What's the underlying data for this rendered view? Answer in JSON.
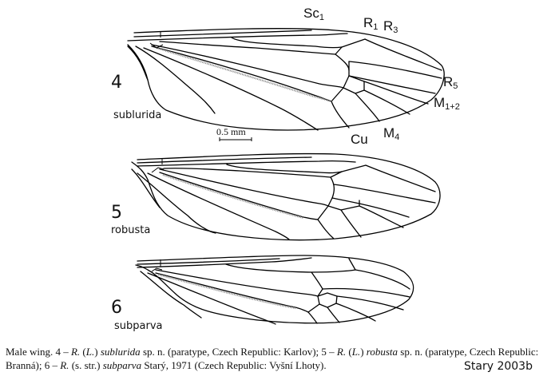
{
  "figure": {
    "wings": [
      {
        "number": "4",
        "species": "sublurida",
        "vein_labels": {
          "sc1": {
            "base": "Sc",
            "sub": "1"
          },
          "r1": {
            "base": "R",
            "sub": "1"
          },
          "r3": {
            "base": "R",
            "sub": "3"
          },
          "r5": {
            "base": "R",
            "sub": "5"
          },
          "m12": {
            "base": "M",
            "sub": "1+2"
          },
          "m4": {
            "base": "M",
            "sub": "4"
          },
          "cu": {
            "base": "Cu",
            "sub": ""
          }
        },
        "scale_bar": "0.5 mm"
      },
      {
        "number": "5",
        "species": "robusta"
      },
      {
        "number": "6",
        "species": "subparva"
      }
    ],
    "caption": {
      "p1": "Male wing. 4 – ",
      "g1": "R.",
      "p2": " (",
      "sg1": "L.",
      "p3": ") ",
      "sp1": "sublurida",
      "p4": " sp. n. (paratype, Czech Republic: Karlov); 5 – ",
      "g2": "R.",
      "p5": " (",
      "sg2": "L.",
      "p6": ") ",
      "sp2": "robusta",
      "p7": " sp. n. (paratype, Czech Republic: Branná); 6 – ",
      "g3": "R.",
      "p8": " (s. str.) ",
      "sp3": "subparva",
      "p9": " Starý, 1971 (Czech Republic: Vyšní Lhoty)."
    },
    "credit": "Stary 2003b"
  }
}
